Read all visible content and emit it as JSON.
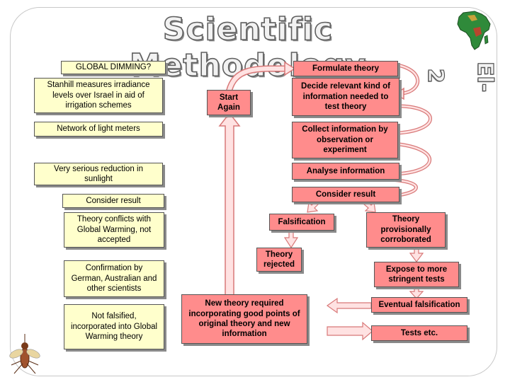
{
  "title": "Scientific Methodology",
  "badge": "El-2",
  "colors": {
    "yellow_box": "#ffffcc",
    "pink_box": "#ff8c8c",
    "arrow_fill": "#ffe2e2",
    "arrow_stroke": "#d87878"
  },
  "icons": {
    "map": "africa-map-icon",
    "insect": "mosquito-icon"
  },
  "left_column": {
    "global_dimming": "GLOBAL DIMMING?",
    "stanhill": "Stanhill measures irradiance levels over Israel in aid of irrigation schemes",
    "network": "Network of light meters",
    "reduction": "Very serious reduction in sunlight",
    "consider": "Consider result",
    "conflicts": "Theory conflicts with Global Warming, not accepted",
    "confirmation": "Confirmation by German, Australian and other scientists",
    "not_falsified": "Not falsified, incorporated into Global Warming theory"
  },
  "method": {
    "formulate": "Formulate theory",
    "start_again": "Start Again",
    "decide": "Decide relevant kind of information needed to test theory",
    "collect": "Collect information by observation or experiment",
    "analyse": "Analyse information",
    "consider": "Consider result",
    "falsification": "Falsification",
    "provisional": "Theory provisionally corroborated",
    "rejected": "Theory rejected",
    "expose": "Expose to more stringent tests",
    "new_theory": "New theory required incorporating good points of original theory and new information",
    "eventual": "Eventual falsification",
    "tests": "Tests etc."
  }
}
